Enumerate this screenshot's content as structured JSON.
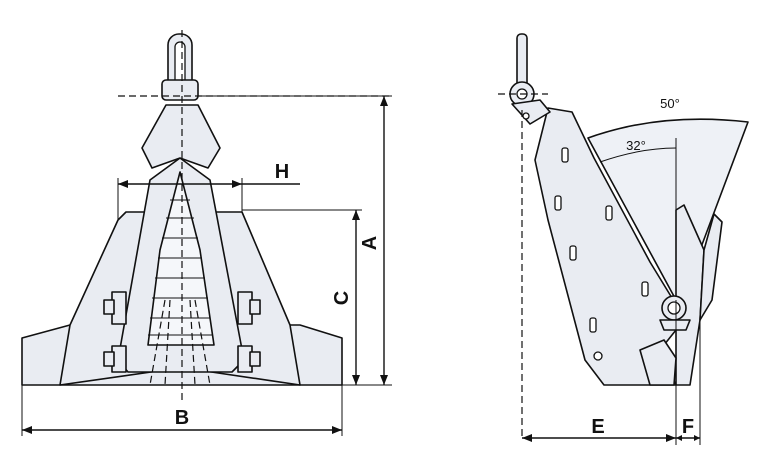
{
  "dimension_labels": {
    "A": "A",
    "B": "B",
    "C": "C",
    "E": "E",
    "F": "F",
    "H": "H"
  },
  "angle_labels": {
    "fluke_angle_mud": "50°",
    "fluke_angle_sand": "32°"
  }
}
